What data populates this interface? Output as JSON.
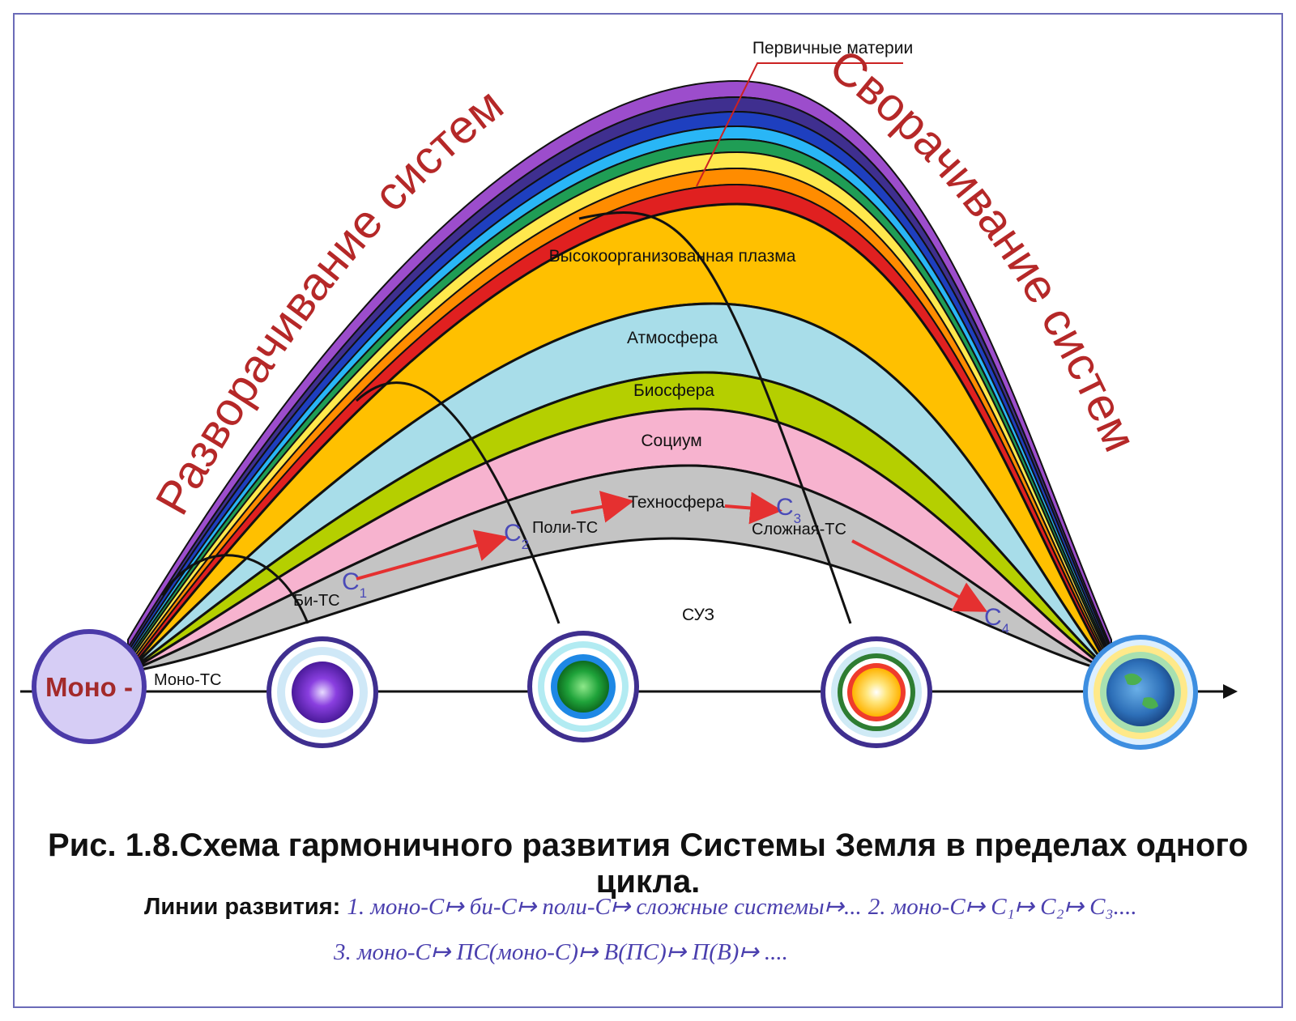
{
  "diagram": {
    "unfolding_title": "Разворачивание систем",
    "folding_title": "Сворачивание систем",
    "primary_matter_label": "Первичные материи",
    "bands": [
      {
        "id": "plasma",
        "label": "Высокоорганизованная плазма",
        "color": "#ffc000"
      },
      {
        "id": "atmosphere",
        "label": "Атмосфера",
        "color": "#a8dde9"
      },
      {
        "id": "biosphere",
        "label": "Биосфера",
        "color": "#b5cf00"
      },
      {
        "id": "socium",
        "label": "Социум",
        "color": "#f7b3cf"
      },
      {
        "id": "technosphere",
        "label": "Техносфера",
        "color": "#c4c4c4"
      }
    ],
    "outer_band_colors": [
      "#d8d8d8",
      "#e02020",
      "#ff8c00",
      "#ffd700",
      "#ffe84d",
      "#8bc34a",
      "#1f9d55",
      "#29b6f6",
      "#1e3fbf",
      "#3f2f8f",
      "#8e24aa",
      "#9c4dcc"
    ],
    "center_label": "СУЗ",
    "nodes": {
      "mono": "Моно -",
      "mono_ts": "Моно-ТС",
      "bi_ts": "Би-ТС",
      "poly_ts": "Поли-ТС",
      "complex_ts": "Сложная-ТС"
    },
    "c_points": [
      {
        "letter": "C",
        "sub": "1"
      },
      {
        "letter": "C",
        "sub": "2"
      },
      {
        "letter": "C",
        "sub": "3"
      },
      {
        "letter": "C",
        "sub": "4"
      }
    ],
    "colors": {
      "arrow": "#e53030",
      "title_red": "#b52828",
      "accent_blue": "#4a4ab8",
      "circle_border": "#4b3aa8"
    }
  },
  "caption": "Рис. 1.8.Схема гармоничного развития Системы Земля  в пределах одного цикла.",
  "development_lines": {
    "label": "Линии развития:",
    "line1_part1": "1. моно-С↦ би-С↦ поли-С↦ сложные системы↦...",
    "line1_part2": "2. моно-С↦ С₁↦ С₂↦ С₃....",
    "line2": "3. моно-С↦ ПС(моно-С)↦ В(ПС)↦ П(В)↦ ...."
  }
}
